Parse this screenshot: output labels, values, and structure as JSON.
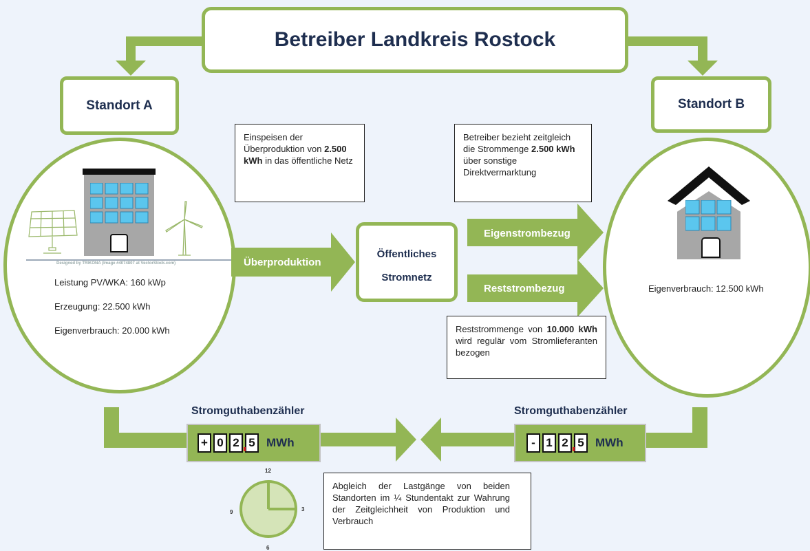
{
  "title": "Betreiber Landkreis Rostock",
  "site_a": {
    "label": "Standort A",
    "credit": "Designed by TRIKONA (Image #4074807 at VectorStock.com)",
    "line1": "Leistung PV/WKA: 160 kWp",
    "line2": "Erzeugung: 22.500 kWh",
    "line3": "Eigenverbrauch: 20.000 kWh"
  },
  "site_b": {
    "label": "Standort B",
    "line1": "Eigenverbrauch: 12.500 kWh"
  },
  "note_feed": {
    "t1": "Einspeisen der Überproduktion von ",
    "b1": "2.500 kWh",
    "t2": " in das öffentliche Netz"
  },
  "note_operator": {
    "t1": "Betreiber bezieht zeitgleich die Strommenge ",
    "b1": "2.500 kWh",
    "t2": " über sonstige Direktvermarktung"
  },
  "note_rest": {
    "t1": "Reststrommenge von ",
    "b1": "10.000 kWh",
    "t2": " wird regulär vom Stromlieferanten bezogen"
  },
  "note_balance": "Abgleich der Lastgänge von beiden Standorten im ¼ Stundentakt zur Wahrung der Zeitgleichheit von Produktion und Verbrauch",
  "arrows": {
    "surplus": "Überproduktion",
    "own": "Eigenstrombezug",
    "rest": "Reststrombezug"
  },
  "grid": {
    "line1": "Öffentliches",
    "line2": "Stromnetz"
  },
  "meter_a": {
    "title": "Stromguthabenzähler",
    "digits": [
      "+",
      "0",
      "2",
      "5"
    ],
    "unit": "MWh"
  },
  "meter_b": {
    "title": "Stromguthabenzähler",
    "digits": [
      "-",
      "1",
      "2",
      "5"
    ],
    "unit": "MWh"
  },
  "clock": {
    "n12": "12",
    "n3": "3",
    "n6": "6",
    "n9": "9"
  },
  "colors": {
    "green": "#93b655",
    "navy": "#1e2e4f",
    "window": "#5bc6ee",
    "background": "#eef3fb"
  }
}
